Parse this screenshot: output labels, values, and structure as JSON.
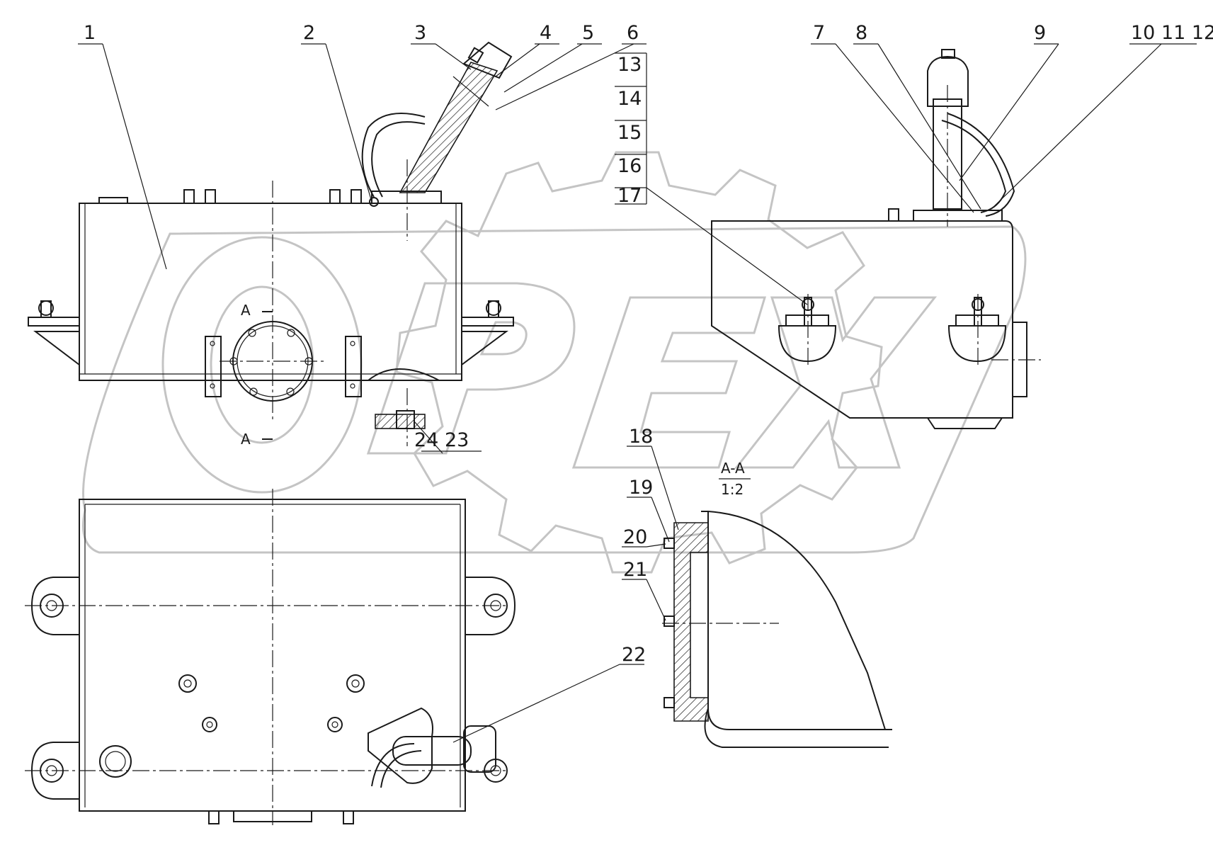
{
  "callouts": {
    "c1": "1",
    "c2": "2",
    "c3": "3",
    "c4": "4",
    "c5": "5",
    "c6": "6",
    "c7": "7",
    "c8": "8",
    "c9": "9",
    "c10_11_12": "10 11 12",
    "c13": "13",
    "c14": "14",
    "c15": "15",
    "c16": "16",
    "c17": "17",
    "c18": "18",
    "c19": "19",
    "c20": "20",
    "c21": "21",
    "c22": "22",
    "c24_23": "24 23"
  },
  "section": {
    "marker_top": "A",
    "marker_bottom": "A",
    "title": "A-A",
    "scale": "1:2"
  },
  "watermark": {
    "text": "OPEX",
    "color": "#c4c4c4"
  }
}
